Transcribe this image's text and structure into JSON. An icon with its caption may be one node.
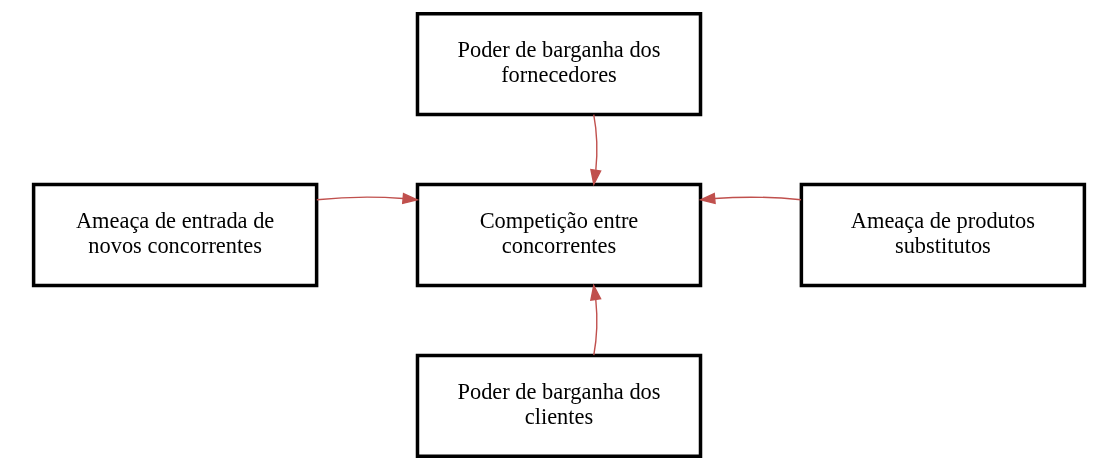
{
  "diagram": {
    "nodes": [
      {
        "text": [
          "Poder de barganha dos fornecedores"
        ]
      },
      {
        "text": [
          "Ameaça de entrada de novos concorrentes"
        ]
      },
      {
        "text": [
          "Competição entre concorrentes"
        ]
      },
      {
        "text": [
          "Ameaça de produtos substitutos"
        ]
      },
      {
        "text": [
          "Poder de barganha dos clientes"
        ]
      }
    ],
    "edges": [
      {
        "from": 0,
        "to": 2,
        "arrow": "to",
        "color": "#c0504d"
      },
      {
        "from": 1,
        "to": 2,
        "arrow": "to",
        "color": "#c0504d"
      },
      {
        "from": 3,
        "to": 2,
        "arrow": "to",
        "color": "#c0504d"
      },
      {
        "from": 4,
        "to": 2,
        "arrow": "to",
        "color": "#c0504d"
      }
    ]
  }
}
